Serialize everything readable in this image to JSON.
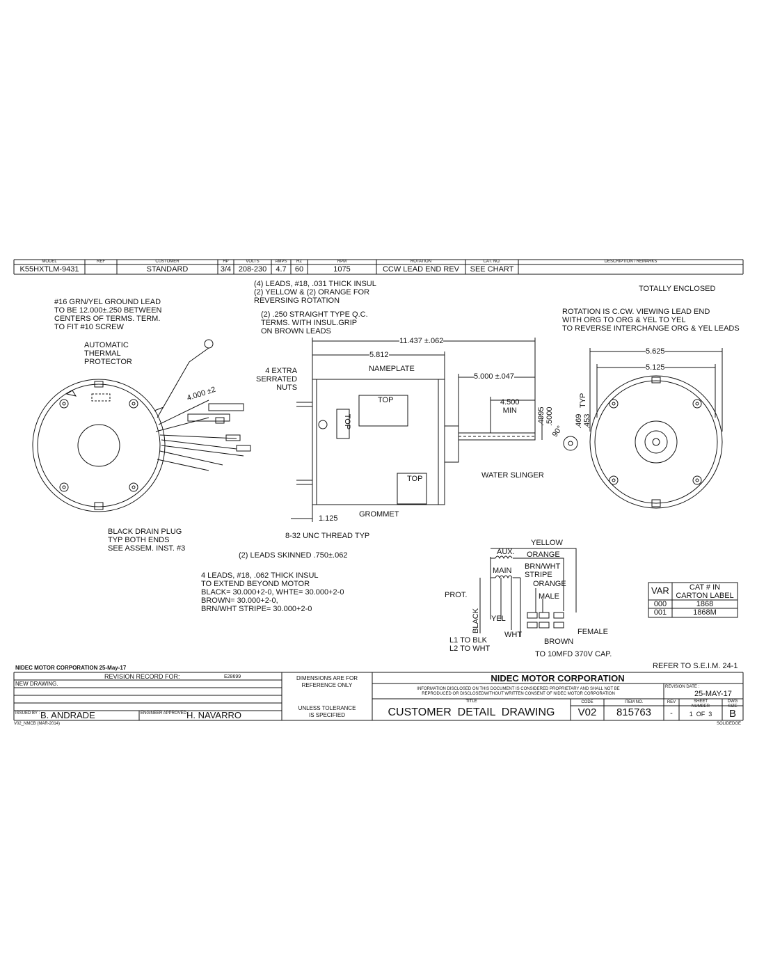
{
  "header": {
    "labels": [
      "MODEL",
      "REF",
      "CUSTOMER",
      "HP",
      "VOLTS",
      "AMPS",
      "HZ",
      "RPM",
      "ROTATION",
      "CAT. NO.",
      "DESCRIPTION / REMARKS"
    ],
    "values": [
      "K55HXTLM-9431",
      "",
      "STANDARD",
      "3/4",
      "208-230",
      "4.7",
      "60",
      "1075",
      "CCW LEAD END REV",
      "SEE CHART",
      ""
    ]
  },
  "notes": {
    "leads_reversing": "(4) LEADS, #18, .031 THICK INSUL\n(2) YELLOW & (2) ORANGE FOR\nREVERSING ROTATION",
    "ground_lead": "#16 GRN/YEL GROUND LEAD\nTO BE 12.000±.250 BETWEEN\nCENTERS OF TERMS. TERM.\nTO FIT #10 SCREW",
    "qc_terms": "(2) .250 STRAIGHT TYPE Q.C.\nTERMS. WITH INSUL.GRIP\nON BROWN LEADS",
    "totally_enclosed": "TOTALLY ENCLOSED",
    "rotation": "ROTATION IS C.CW. VIEWING LEAD END\nWITH ORG TO ORG & YEL TO YEL\nTO REVERSE INTERCHANGE ORG & YEL LEADS",
    "thermal": "AUTOMATIC\nTHERMAL\nPROTECTOR",
    "extra_nuts": "4 EXTRA\nSERRATED\nNUTS",
    "nameplate": "NAMEPLATE",
    "top1": "TOP",
    "top2": "TOP",
    "top3": "TOP",
    "water_slinger": "WATER SLINGER",
    "grommet": "GROMMET",
    "thread": "8-32 UNC THREAD TYP",
    "drain_plug": "BLACK DRAIN PLUG\nTYP BOTH ENDS\nSEE ASSEM. INST. #3",
    "skinned": "(2) LEADS SKINNED .750±.062",
    "extend_leads": "4 LEADS, #18, .062 THICK INSUL\nTO EXTEND BEYOND MOTOR\nBLACK= 30.000+2-0, WHTE= 30.000+2-0\nBROWN= 30.000+2-0,\nBRN/WHT STRIPE= 30.000+2-0",
    "seim": "REFER TO S.E.I.M. 24-1"
  },
  "dims": {
    "overall": "11.437 ±.062",
    "body": "5.812",
    "shaft": "5.000 ±.047",
    "shaft_min": "4.500\nMIN",
    "lead_len": "4.000 ±2",
    "boss": "1.125",
    "dia_outer": "5.625",
    "dia_inner": "5.125",
    "shaft_dia": ".4995\n.5000",
    "flat": ".469\n.453",
    "typ": "TYP",
    "angle": "90°"
  },
  "wiring": {
    "yellow": "YELLOW",
    "aux": "AUX.",
    "orange": "ORANGE",
    "brnwht": "BRN/WHT\nSTRIPE",
    "main": "MAIN",
    "orange2": "ORANGE",
    "male": "MALE",
    "prot": "PROT.",
    "black": "BLACK",
    "yel": "YEL",
    "wht": "WHT",
    "female": "FEMALE",
    "brown": "BROWN",
    "l1": "L1 TO BLK",
    "l2": "L2 TO WHT",
    "cap": "TO 10MFD 370V CAP."
  },
  "var_table": {
    "h1": "VAR",
    "h2": "CAT # IN\nCARTON LABEL",
    "rows": [
      [
        "000",
        "1868"
      ],
      [
        "001",
        "1868M"
      ]
    ]
  },
  "title_block": {
    "issued_note": "NIDEC MOTOR CORPORATION 25-May-17",
    "rev_record": "REVISION RECORD FOR:",
    "rev_code": "E28699",
    "new_drawing": "NEW DRAWING.",
    "dims_ref": "DIMENSIONS ARE FOR\nREFERENCE ONLY",
    "tolerance": "UNLESS TOLERANCE\nIS SPECIFIED",
    "company": "NIDEC MOTOR CORPORATION",
    "proprietary": "INFORMATION DISCLOSED ON THIS DOCUMENT IS CONSIDERED PROPRIETARY AND SHALL NOT BE\nREPRODUCED OR DISCLOSEDWITHOUT WRITTEN CONSENT OF NIDEC MOTOR CORPORATION",
    "rev_date_label": "REVISION DATE :",
    "rev_date": "25-MAY-17",
    "title_label": "TITLE",
    "title": "CUSTOMER  DETAIL  DRAWING",
    "code_label": "CODE",
    "code": "V02",
    "item_label": "ITEM NO.",
    "item": "815763",
    "rev_label": "REV",
    "rev": "-",
    "sheet_label": "SHEET\nNUMBER",
    "sheet": "1  OF  3",
    "size_label": "DWG\nSIZE",
    "size": "B",
    "issued_label": "ISSUED BY :",
    "issued_by": "B. ANDRADE",
    "eng_label": "ENGINEER APPROVED :",
    "eng": "H. NAVARRO",
    "form": "V02_NMCB (MAR-2014)",
    "cad": "SOLIDEDGE"
  }
}
